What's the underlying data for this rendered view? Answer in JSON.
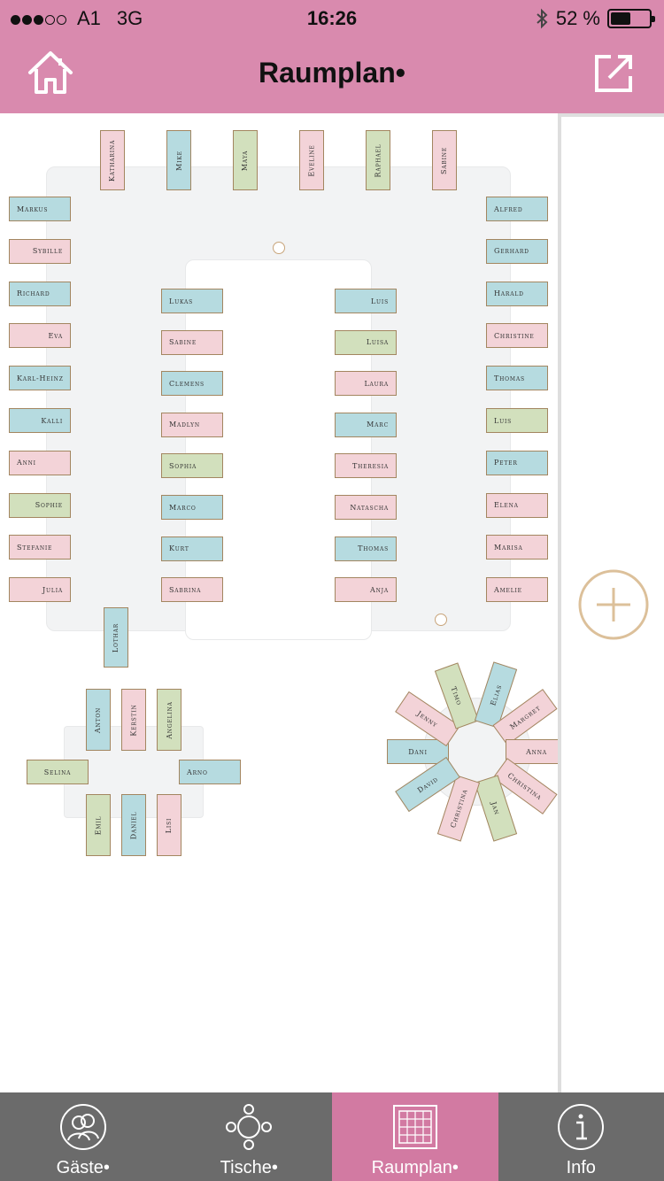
{
  "status": {
    "carrier": "A1",
    "network": "3G",
    "time": "16:26",
    "battery": "52 %",
    "battery_level": 0.52
  },
  "header": {
    "title": "Raumplan•"
  },
  "tabs": [
    {
      "label": "Gäste•",
      "icon": "guests-icon"
    },
    {
      "label": "Tische•",
      "icon": "tables-icon"
    },
    {
      "label": "Raumplan•",
      "icon": "floorplan-icon",
      "active": true
    },
    {
      "label": "Info",
      "icon": "info-icon"
    }
  ],
  "colors": {
    "brand": "#d98aae",
    "active_tab": "#d27aa2",
    "tabbar": "#6b6b6b",
    "card_blue": "#b6dbe0",
    "card_pink": "#f3d3d8",
    "card_green": "#d2e0bd"
  },
  "seating": {
    "top": [
      {
        "name": "Katharina",
        "color": "pink"
      },
      {
        "name": "Mike",
        "color": "blue"
      },
      {
        "name": "Maya",
        "color": "green"
      },
      {
        "name": "Eveline",
        "color": "pink"
      },
      {
        "name": "Raphael",
        "color": "green"
      },
      {
        "name": "Sabine",
        "color": "pink"
      }
    ],
    "left": [
      {
        "name": "Markus",
        "color": "blue"
      },
      {
        "name": "Sybille",
        "color": "pink"
      },
      {
        "name": "Richard",
        "color": "blue"
      },
      {
        "name": "Eva",
        "color": "pink"
      },
      {
        "name": "Karl-Heinz",
        "color": "blue"
      },
      {
        "name": "Kalli",
        "color": "blue"
      },
      {
        "name": "Anni",
        "color": "pink"
      },
      {
        "name": "Sophie",
        "color": "green"
      },
      {
        "name": "Stefanie",
        "color": "pink"
      },
      {
        "name": "Julia",
        "color": "pink"
      }
    ],
    "inner_left": [
      {
        "name": "Lukas",
        "color": "blue"
      },
      {
        "name": "Sabine",
        "color": "pink"
      },
      {
        "name": "Clemens",
        "color": "blue"
      },
      {
        "name": "Madlyn",
        "color": "pink"
      },
      {
        "name": "Sophia",
        "color": "green"
      },
      {
        "name": "Marco",
        "color": "blue"
      },
      {
        "name": "Kurt",
        "color": "blue"
      },
      {
        "name": "Sabrina",
        "color": "pink"
      }
    ],
    "inner_right": [
      {
        "name": "Luis",
        "color": "blue"
      },
      {
        "name": "Luisa",
        "color": "green"
      },
      {
        "name": "Laura",
        "color": "pink"
      },
      {
        "name": "Marc",
        "color": "blue"
      },
      {
        "name": "Theresia",
        "color": "pink"
      },
      {
        "name": "Natascha",
        "color": "pink"
      },
      {
        "name": "Thomas",
        "color": "blue"
      },
      {
        "name": "Anja",
        "color": "pink"
      }
    ],
    "right": [
      {
        "name": "Alfred",
        "color": "blue"
      },
      {
        "name": "Gerhard",
        "color": "blue"
      },
      {
        "name": "Harald",
        "color": "blue"
      },
      {
        "name": "Christine",
        "color": "pink"
      },
      {
        "name": "Thomas",
        "color": "blue"
      },
      {
        "name": "Luis",
        "color": "green"
      },
      {
        "name": "Peter",
        "color": "blue"
      },
      {
        "name": "Elena",
        "color": "pink"
      },
      {
        "name": "Marisa",
        "color": "pink"
      },
      {
        "name": "Amelie",
        "color": "pink"
      }
    ],
    "bottom": [
      {
        "name": "Lothar",
        "color": "blue"
      }
    ],
    "square": {
      "top": [
        {
          "name": "Anton",
          "color": "blue"
        },
        {
          "name": "Kerstin",
          "color": "pink"
        },
        {
          "name": "Angelina",
          "color": "green"
        }
      ],
      "left": [
        {
          "name": "Selina",
          "color": "green"
        }
      ],
      "right": [
        {
          "name": "Arno",
          "color": "blue"
        }
      ],
      "bottom": [
        {
          "name": "Emil",
          "color": "green"
        },
        {
          "name": "Daniel",
          "color": "blue"
        },
        {
          "name": "Lisi",
          "color": "pink"
        }
      ]
    },
    "round": [
      {
        "name": "Dani",
        "color": "blue",
        "angle": 180
      },
      {
        "name": "Jenny",
        "color": "pink",
        "angle": 214
      },
      {
        "name": "Timo",
        "color": "green",
        "angle": 250
      },
      {
        "name": "Elias",
        "color": "blue",
        "angle": 288
      },
      {
        "name": "Margret",
        "color": "pink",
        "angle": 324
      },
      {
        "name": "Anna",
        "color": "pink",
        "angle": 0
      },
      {
        "name": "Christina",
        "color": "pink",
        "angle": 36
      },
      {
        "name": "Jan",
        "color": "green",
        "angle": 72
      },
      {
        "name": "Christina",
        "color": "pink",
        "angle": 108
      },
      {
        "name": "David",
        "color": "blue",
        "angle": 146
      }
    ]
  }
}
